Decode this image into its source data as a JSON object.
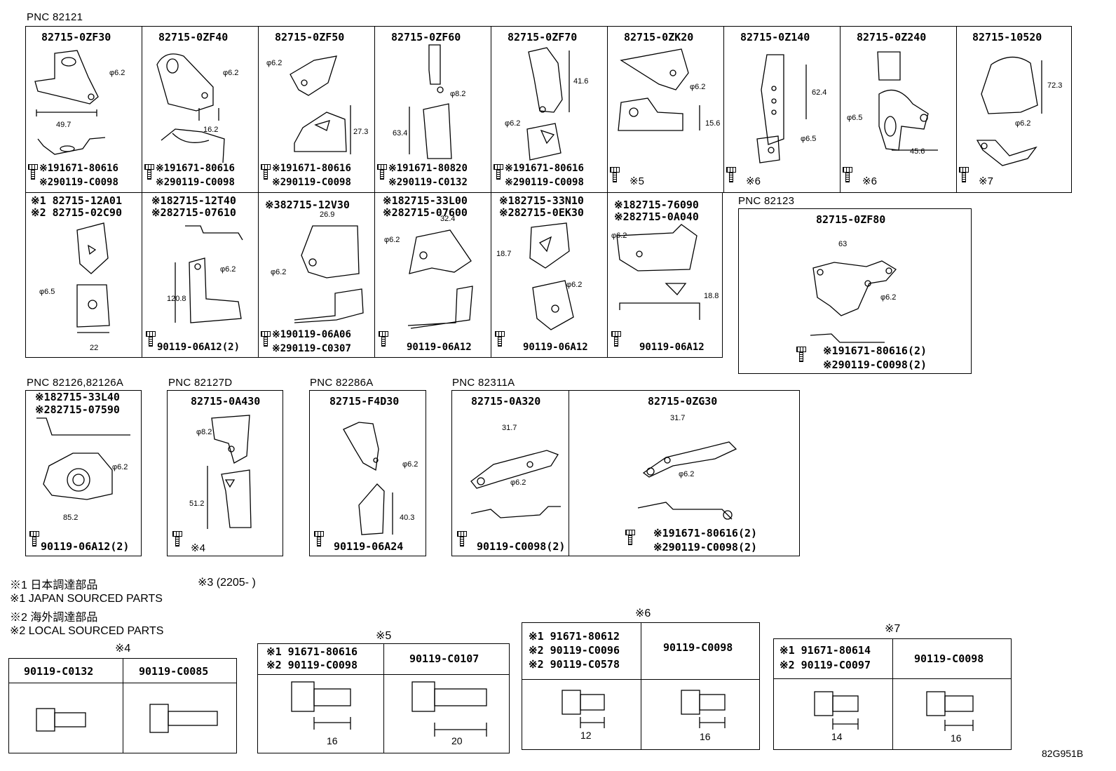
{
  "pnc_labels": {
    "a": "PNC 82121",
    "b": "PNC 82123",
    "c": "PNC 82126,82126A",
    "d": "PNC 82127D",
    "e": "PNC 82286A",
    "f": "PNC 82311A"
  },
  "row1": [
    {
      "part": "82715-0ZF30",
      "n1": "※191671-80616",
      "n2": "※290119-C0098"
    },
    {
      "part": "82715-0ZF40",
      "n1": "※191671-80616",
      "n2": "※290119-C0098"
    },
    {
      "part": "82715-0ZF50",
      "n1": "※191671-80616",
      "n2": "※290119-C0098"
    },
    {
      "part": "82715-0ZF60",
      "n1": "※191671-80820",
      "n2": "※290119-C0132"
    },
    {
      "part": "82715-0ZF70",
      "n1": "※191671-80616",
      "n2": "※290119-C0098"
    },
    {
      "part": "82715-0ZK20",
      "n1": "※5",
      "n2": ""
    },
    {
      "part": "82715-0Z140",
      "n1": "※6",
      "n2": ""
    },
    {
      "part": "82715-0Z240",
      "n1": "※6",
      "n2": ""
    },
    {
      "part": "82715-10520",
      "n1": "※7",
      "n2": ""
    }
  ],
  "row2": [
    {
      "h1": "※1 82715-12A01",
      "h2": "※2 82715-02C90",
      "n1": "",
      "n2": ""
    },
    {
      "h1": "※182715-12T40",
      "h2": "※282715-07610",
      "n1": "90119-06A12(2)",
      "n2": ""
    },
    {
      "h1": "※382715-12V30",
      "h2": "",
      "n1": "※190119-06A06",
      "n2": "※290119-C0307"
    },
    {
      "h1": "※182715-33L00",
      "h2": "※282715-07600",
      "n1": "90119-06A12",
      "n2": ""
    },
    {
      "h1": "※182715-33N10",
      "h2": "※282715-0EK30",
      "n1": "90119-06A12",
      "n2": ""
    },
    {
      "h1": "※182715-76090",
      "h2": "※282715-0A040",
      "n1": "90119-06A12",
      "n2": ""
    }
  ],
  "p82123": {
    "part": "82715-0ZF80",
    "n1": "※191671-80616(2)",
    "n2": "※290119-C0098(2)"
  },
  "p82126": {
    "h1": "※182715-33L40",
    "h2": "※282715-07590",
    "n1": "90119-06A12(2)"
  },
  "p82127": {
    "part": "82715-0A430",
    "n1": "※4"
  },
  "p82286": {
    "part": "82715-F4D30",
    "n1": "90119-06A24"
  },
  "p82311": [
    {
      "part": "82715-0A320",
      "n1": "90119-C0098(2)",
      "n2": ""
    },
    {
      "part": "82715-0ZG30",
      "n1": "※191671-80616(2)",
      "n2": "※290119-C0098(2)"
    }
  ],
  "dims": {
    "d1": "φ6.2",
    "d2": "49.7",
    "d3": "φ6.2",
    "d4": "16.2",
    "d5": "φ6.2",
    "d6": "27.3",
    "d7": "φ8.2",
    "d8": "63.4",
    "d9": "41.6",
    "d10": "φ6.2",
    "d11": "φ6.2",
    "d12": "15.6",
    "d13": "62.4",
    "d14": "φ6.5",
    "d15": "φ6.5",
    "d16": "45.6",
    "d17": "72.3",
    "d18": "φ6.2",
    "e1": "φ6.5",
    "e2": "22",
    "e3": "φ6.2",
    "e4": "120.8",
    "e5": "26.9",
    "e6": "φ6.2",
    "e7": "φ6.2",
    "e8": "32.4",
    "e9": "18.7",
    "e10": "φ6.2",
    "e11": "φ6.2",
    "e12": "18.8",
    "f1": "63",
    "f2": "φ6.2",
    "g1": "φ6.2",
    "g2": "85.2",
    "h1": "φ8.2",
    "h2": "51.2",
    "i1": "φ6.2",
    "i2": "40.3",
    "j1": "31.7",
    "j2": "φ6.2",
    "j3": "31.7",
    "j4": "φ6.2"
  },
  "legend": {
    "l1": "※1 日本調達部品",
    "l2": "※1 JAPAN SOURCED PARTS",
    "l3": "※2 海外調達部品",
    "l4": "※2 LOCAL SOURCED PARTS",
    "l5": "※3 (2205-     )"
  },
  "tables": {
    "t4": {
      "title": "※4",
      "c1": "90119-C0132",
      "c2": "90119-C0085"
    },
    "t5": {
      "title": "※5",
      "c1a": "※1 91671-80616",
      "c1b": "※2 90119-C0098",
      "c2": "90119-C0107",
      "d1": "16",
      "d2": "20"
    },
    "t6": {
      "title": "※6",
      "c1a": "※1 91671-80612",
      "c1b": "※2 90119-C0096",
      "c1c": "※2 90119-C0578",
      "c2": "90119-C0098",
      "d1": "12",
      "d2": "16"
    },
    "t7": {
      "title": "※7",
      "c1a": "※1 91671-80614",
      "c1b": "※2 90119-C0097",
      "c2": "90119-C0098",
      "d1": "14",
      "d2": "16"
    }
  },
  "footer_code": "82G951B"
}
